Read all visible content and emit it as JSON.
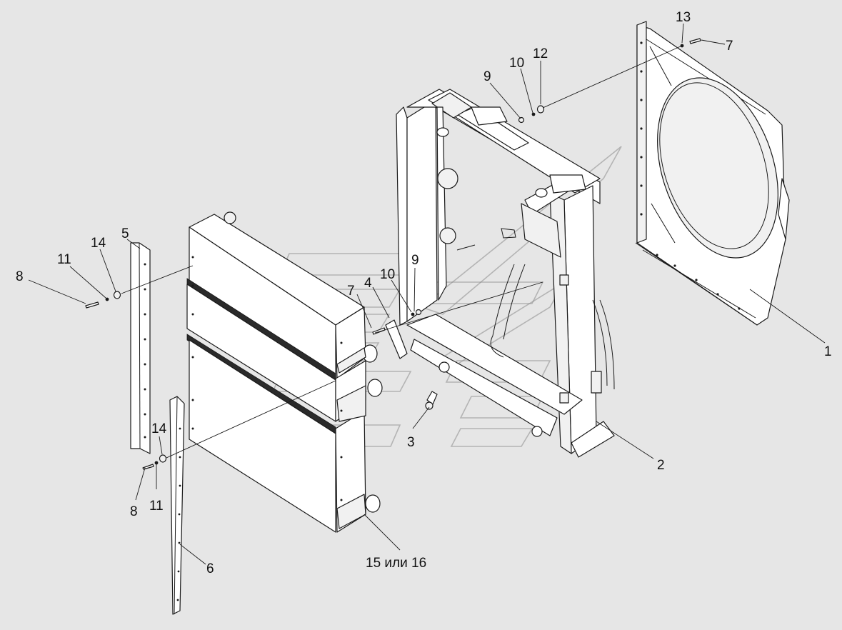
{
  "drawing": {
    "callouts": [
      {
        "id": "c1",
        "text": "1"
      },
      {
        "id": "c2",
        "text": "2"
      },
      {
        "id": "c3",
        "text": "3"
      },
      {
        "id": "c4",
        "text": "4"
      },
      {
        "id": "c5",
        "text": "5"
      },
      {
        "id": "c6",
        "text": "6"
      },
      {
        "id": "c7a",
        "text": "7"
      },
      {
        "id": "c7b",
        "text": "7"
      },
      {
        "id": "c8a",
        "text": "8"
      },
      {
        "id": "c8b",
        "text": "8"
      },
      {
        "id": "c9a",
        "text": "9"
      },
      {
        "id": "c9b",
        "text": "9"
      },
      {
        "id": "c10a",
        "text": "10"
      },
      {
        "id": "c10b",
        "text": "10"
      },
      {
        "id": "c11a",
        "text": "11"
      },
      {
        "id": "c11b",
        "text": "11"
      },
      {
        "id": "c12",
        "text": "12"
      },
      {
        "id": "c13",
        "text": "13"
      },
      {
        "id": "c14a",
        "text": "14"
      },
      {
        "id": "c14b",
        "text": "14"
      },
      {
        "id": "c15",
        "text": "15 или 16"
      }
    ]
  }
}
